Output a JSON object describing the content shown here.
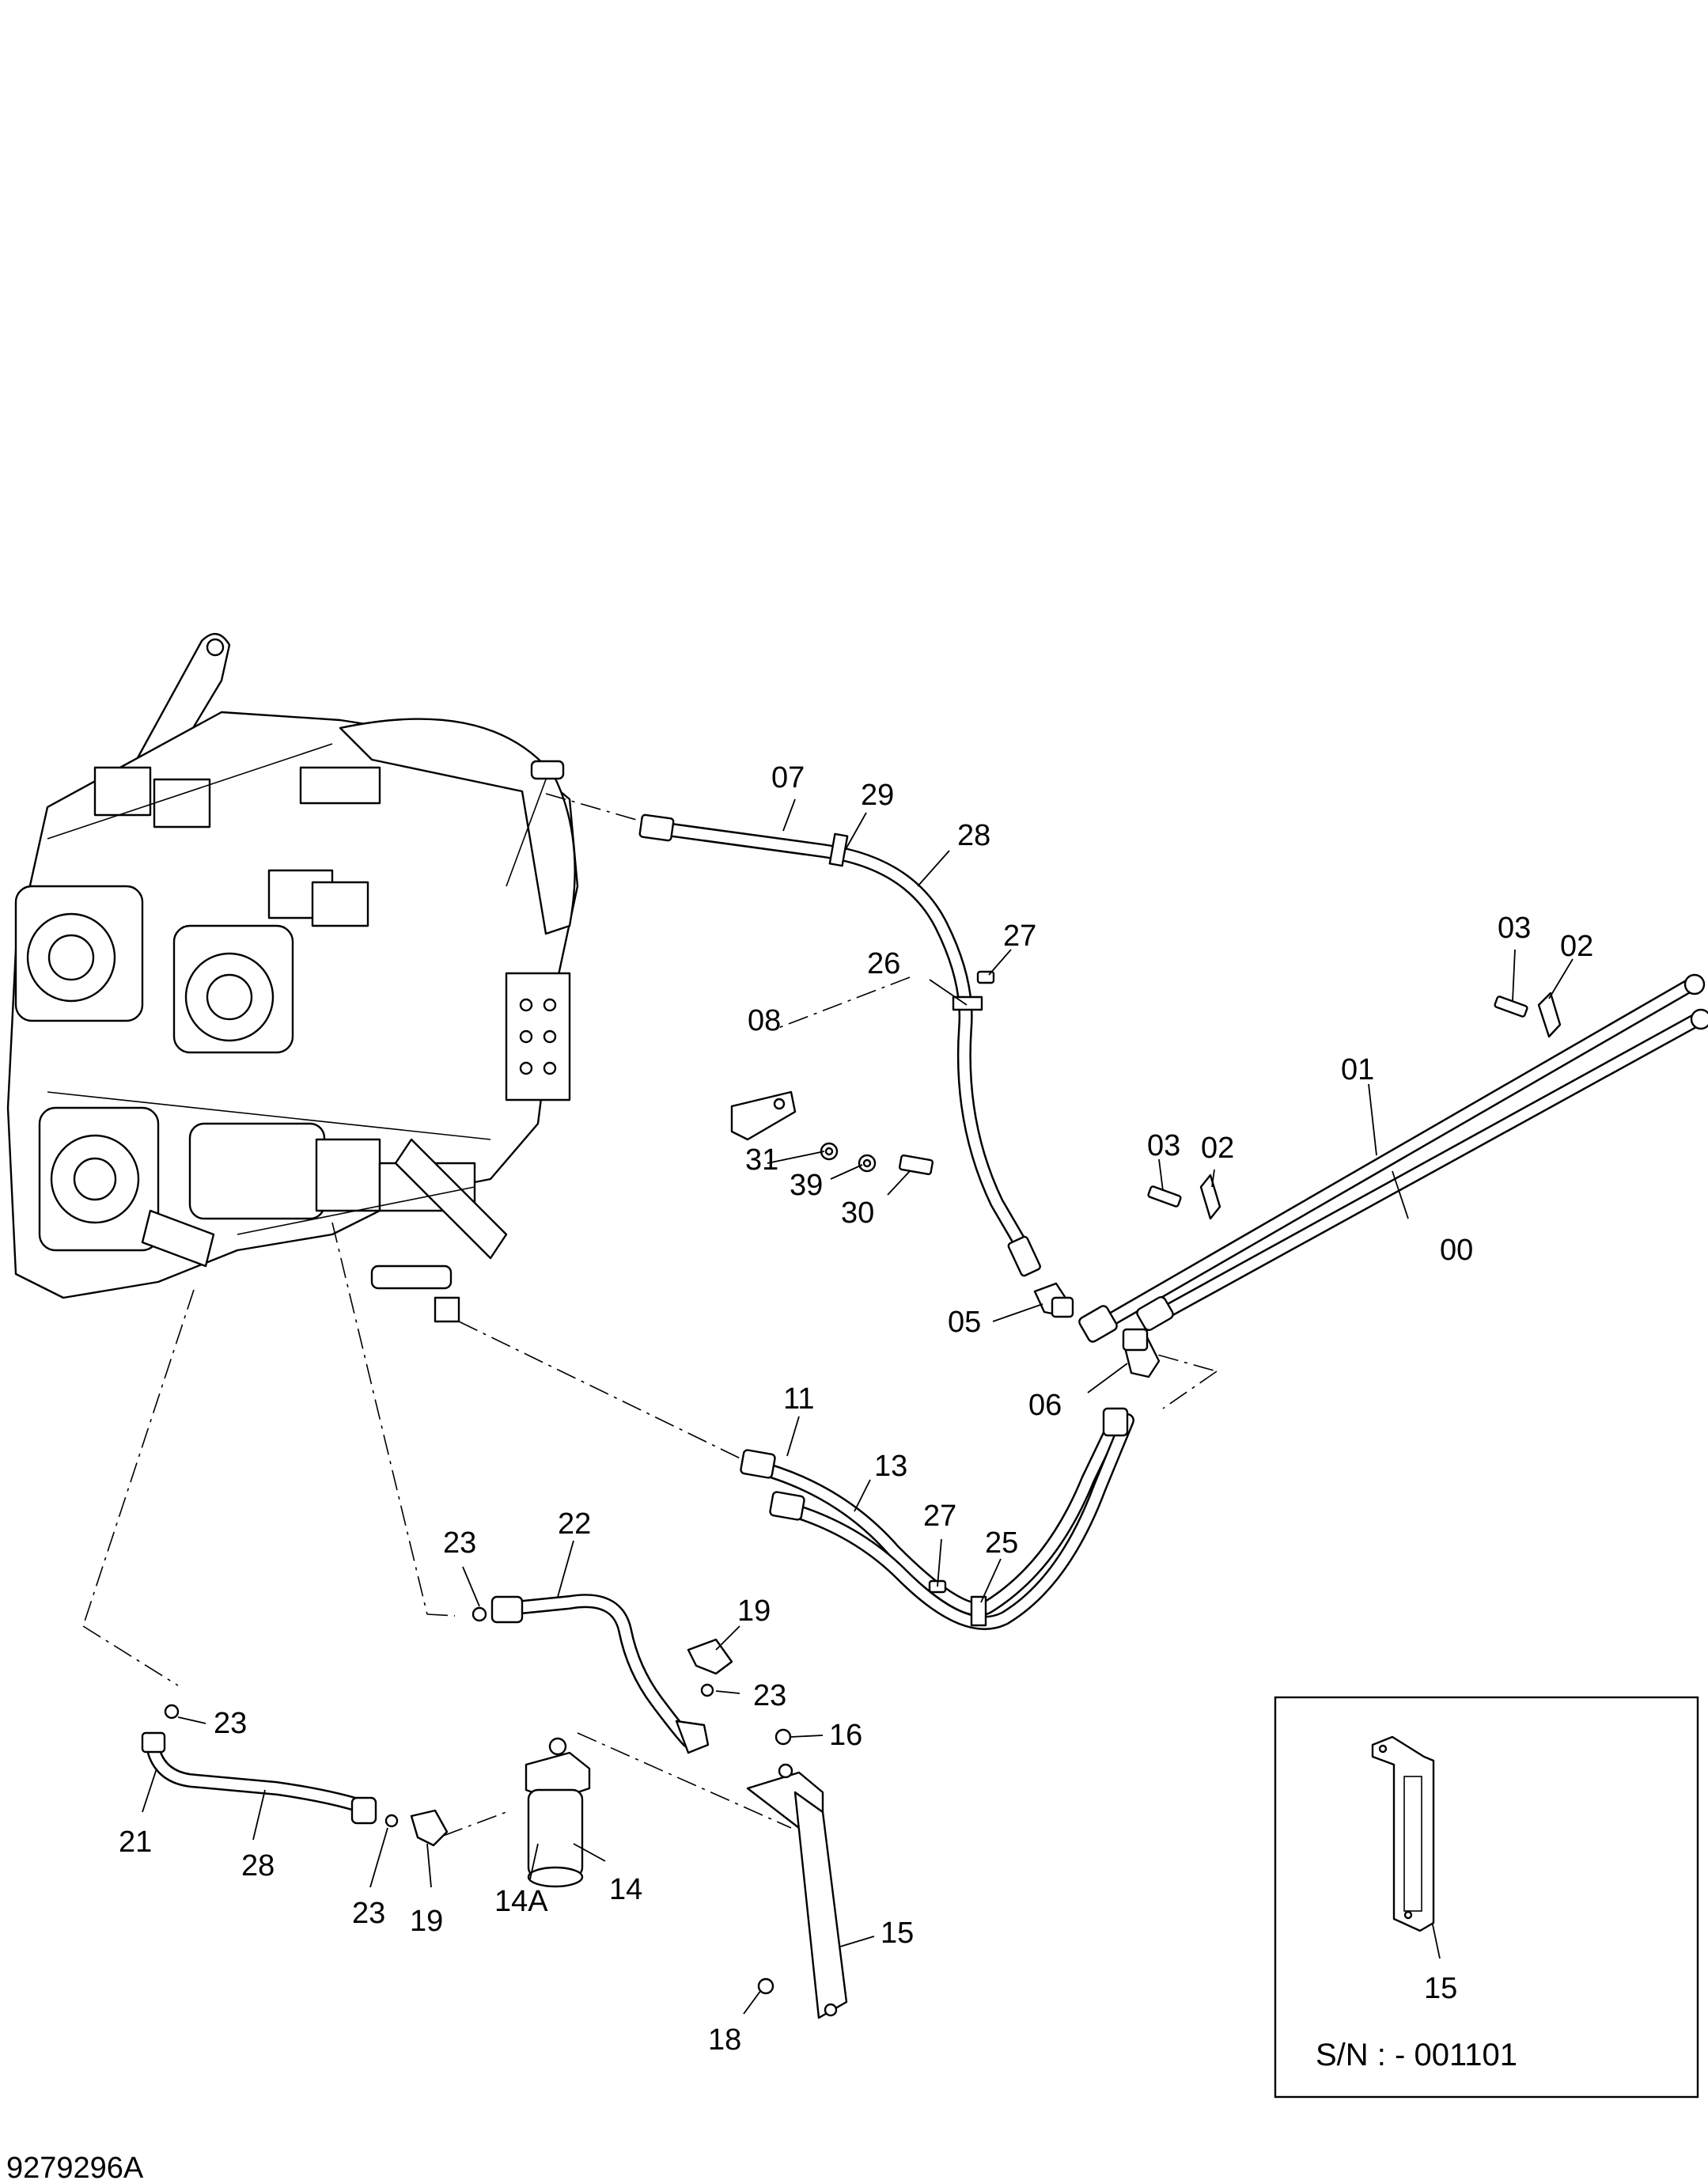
{
  "drawing_number": "9279296A",
  "inset_note": "S/N : - 001101",
  "callouts": {
    "c07": "07",
    "c29": "29",
    "c28a": "28",
    "c27a": "27",
    "c26": "26",
    "c08": "08",
    "c31": "31",
    "c39": "39",
    "c30": "30",
    "c03a": "03",
    "c02a": "02",
    "c01": "01",
    "c03b": "03",
    "c02b": "02",
    "c00": "00",
    "c05": "05",
    "c06": "06",
    "c11": "11",
    "c13": "13",
    "c27b": "27",
    "c25": "25",
    "c23a": "23",
    "c22": "22",
    "c19a": "19",
    "c23b": "23",
    "c16": "16",
    "c23c": "23",
    "c21": "21",
    "c28b": "28",
    "c23d": "23",
    "c19b": "19",
    "c14A": "14A",
    "c14": "14",
    "c15": "15",
    "c18": "18",
    "c15inset": "15"
  }
}
